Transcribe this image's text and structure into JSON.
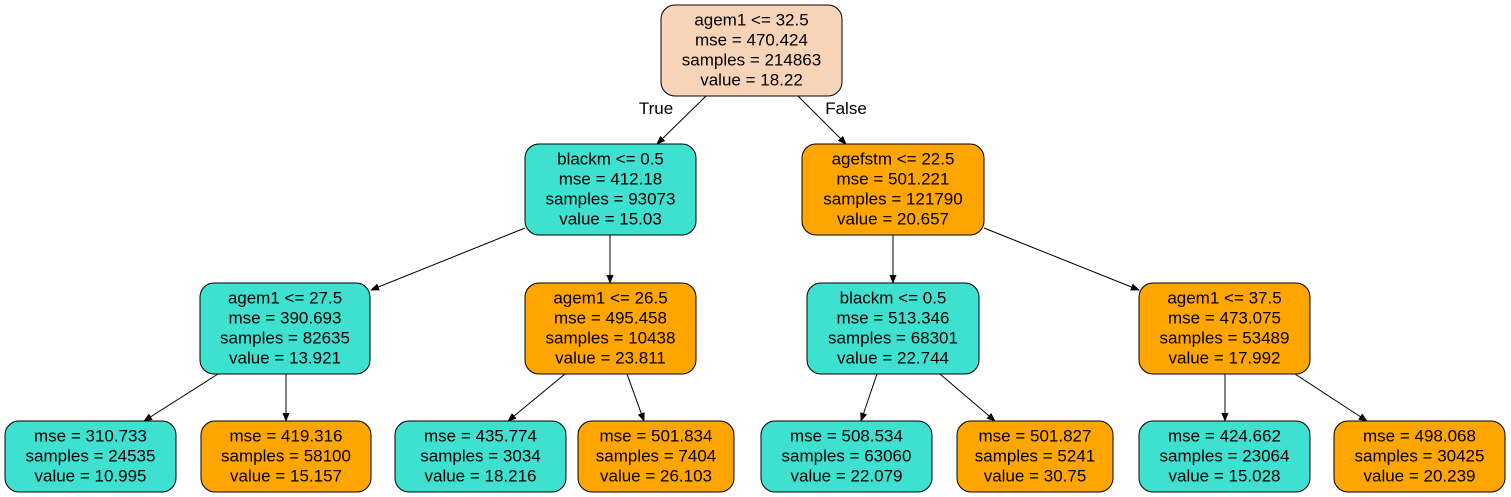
{
  "colors": {
    "root": "#f7d3b8",
    "teal": "#3ee0d0",
    "orange": "#ffa500"
  },
  "edge_labels": {
    "true": "True",
    "false": "False"
  },
  "nodes": {
    "root": {
      "lines": [
        "agem1 <= 32.5",
        "mse = 470.424",
        "samples = 214863",
        "value = 18.22"
      ],
      "color": "#f7d3b8"
    },
    "n1": {
      "lines": [
        "blackm <= 0.5",
        "mse = 412.18",
        "samples = 93073",
        "value = 15.03"
      ],
      "color": "#3ee0d0"
    },
    "n2": {
      "lines": [
        "agefstm <= 22.5",
        "mse = 501.221",
        "samples = 121790",
        "value = 20.657"
      ],
      "color": "#ffa500"
    },
    "n3": {
      "lines": [
        "agem1 <= 27.5",
        "mse = 390.693",
        "samples = 82635",
        "value = 13.921"
      ],
      "color": "#3ee0d0"
    },
    "n4": {
      "lines": [
        "agem1 <= 26.5",
        "mse = 495.458",
        "samples = 10438",
        "value = 23.811"
      ],
      "color": "#ffa500"
    },
    "n5": {
      "lines": [
        "blackm <= 0.5",
        "mse = 513.346",
        "samples = 68301",
        "value = 22.744"
      ],
      "color": "#3ee0d0"
    },
    "n6": {
      "lines": [
        "agem1 <= 37.5",
        "mse = 473.075",
        "samples = 53489",
        "value = 17.992"
      ],
      "color": "#ffa500"
    },
    "l1": {
      "lines": [
        "mse = 310.733",
        "samples = 24535",
        "value = 10.995"
      ],
      "color": "#3ee0d0"
    },
    "l2": {
      "lines": [
        "mse = 419.316",
        "samples = 58100",
        "value = 15.157"
      ],
      "color": "#ffa500"
    },
    "l3": {
      "lines": [
        "mse = 435.774",
        "samples = 3034",
        "value = 18.216"
      ],
      "color": "#3ee0d0"
    },
    "l4": {
      "lines": [
        "mse = 501.834",
        "samples = 7404",
        "value = 26.103"
      ],
      "color": "#ffa500"
    },
    "l5": {
      "lines": [
        "mse = 508.534",
        "samples = 63060",
        "value = 22.079"
      ],
      "color": "#3ee0d0"
    },
    "l6": {
      "lines": [
        "mse = 501.827",
        "samples = 5241",
        "value = 30.75"
      ],
      "color": "#ffa500"
    },
    "l7": {
      "lines": [
        "mse = 424.662",
        "samples = 23064",
        "value = 15.028"
      ],
      "color": "#3ee0d0"
    },
    "l8": {
      "lines": [
        "mse = 498.068",
        "samples = 30425",
        "value = 20.239"
      ],
      "color": "#ffa500"
    }
  }
}
